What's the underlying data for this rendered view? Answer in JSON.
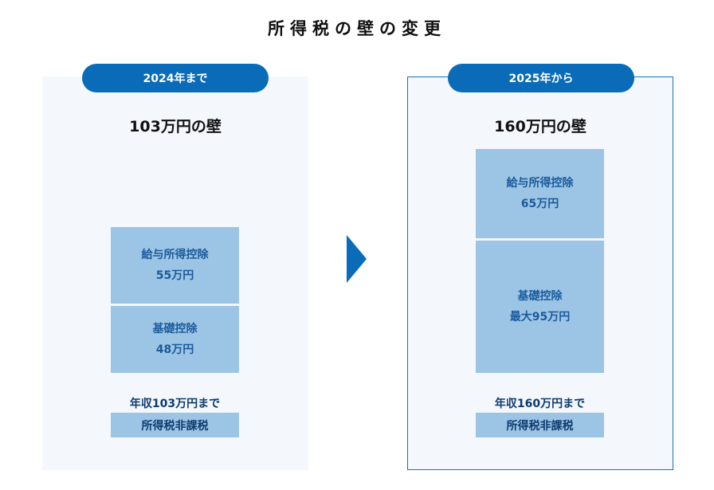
{
  "title": "所得税の壁の変更",
  "before": {
    "period": "2024年まで",
    "wall": "103万円の壁",
    "boxes": [
      {
        "name": "給与所得控除",
        "amount": "55万円"
      },
      {
        "name": "基礎控除",
        "amount": "48万円"
      }
    ],
    "income_label": "年収103万円まで",
    "tax_label": "所得税非課税"
  },
  "after": {
    "period": "2025年から",
    "wall": "160万円の壁",
    "boxes": [
      {
        "name": "給与所得控除",
        "amount": "65万円"
      },
      {
        "name": "基礎控除",
        "amount": "最大95万円"
      }
    ],
    "income_label": "年収160万円まで",
    "tax_label": "所得税非課税"
  }
}
